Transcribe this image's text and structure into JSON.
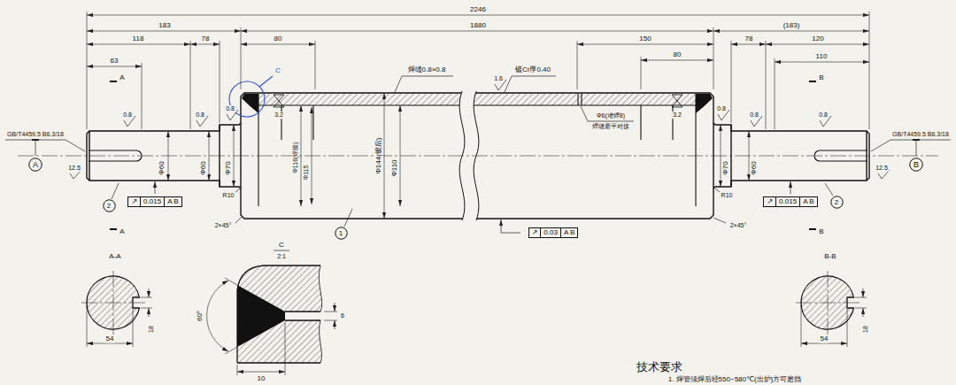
{
  "diagram": {
    "nodes": [
      {
        "text": [
          "A"
        ]
      },
      {
        "text": [
          "B"
        ]
      },
      {
        "text": [
          "↗",
          "0.015",
          "A B"
        ]
      },
      {
        "text": [
          "2"
        ]
      },
      {
        "text": [
          "↗",
          "0.015",
          "A B"
        ]
      },
      {
        "text": [
          "2"
        ]
      },
      {
        "text": [
          "1"
        ]
      },
      {
        "text": [
          "↗",
          "0.03",
          "A B"
        ]
      }
    ],
    "labels": [
      "2246",
      "183",
      "1880",
      "(183)",
      "118",
      "78",
      "80",
      "150",
      "80",
      "78",
      "120",
      "63",
      "110",
      "A",
      "A",
      "B",
      "B",
      "0.8",
      "0.8",
      "0.8",
      "3.2",
      "焊缝0.8×0.8",
      "镀Cr厚0.40",
      "1.6",
      "Φ6(堵焊8)",
      "焊缝磨平对接",
      "3.2",
      "0.8",
      "0.8",
      "0.8",
      "GB/T4459.5 B6.3/18",
      "GB/T4459.5 B6.3/18",
      "12.5",
      "12.5",
      "Φ60",
      "Φ60",
      "Φ70",
      "Φ116(焊接)",
      "Φ115",
      "Φ144(镀后)",
      "Φ110",
      "Φ70",
      "Φ60",
      "R10",
      "R10",
      "2×45°",
      "2×45°",
      "C",
      "A-A",
      "C",
      "2:1",
      "B-B",
      "54",
      "18",
      "60°",
      "6",
      "10",
      "54",
      "18",
      "技术要求",
      "1. 焊管须焊后经550~580℃(出炉)方可磨挡"
    ]
  }
}
